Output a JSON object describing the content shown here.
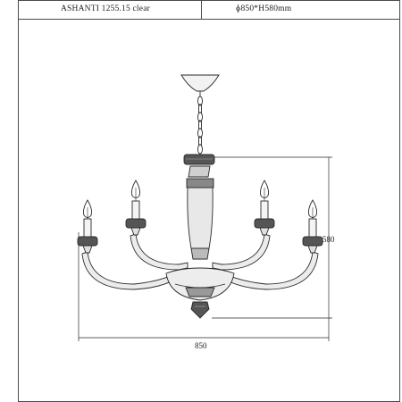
{
  "title_block": {
    "model": "ASHANTI 1255.15 clear",
    "dimensions": "ɸ850*H580mm"
  },
  "dimensions": {
    "width_label": "850",
    "height_label": "580"
  },
  "colors": {
    "line": "#2a2a2a",
    "frame": "#4a4a4a",
    "crystal": "#555555",
    "glass": "#e8e8e8"
  }
}
